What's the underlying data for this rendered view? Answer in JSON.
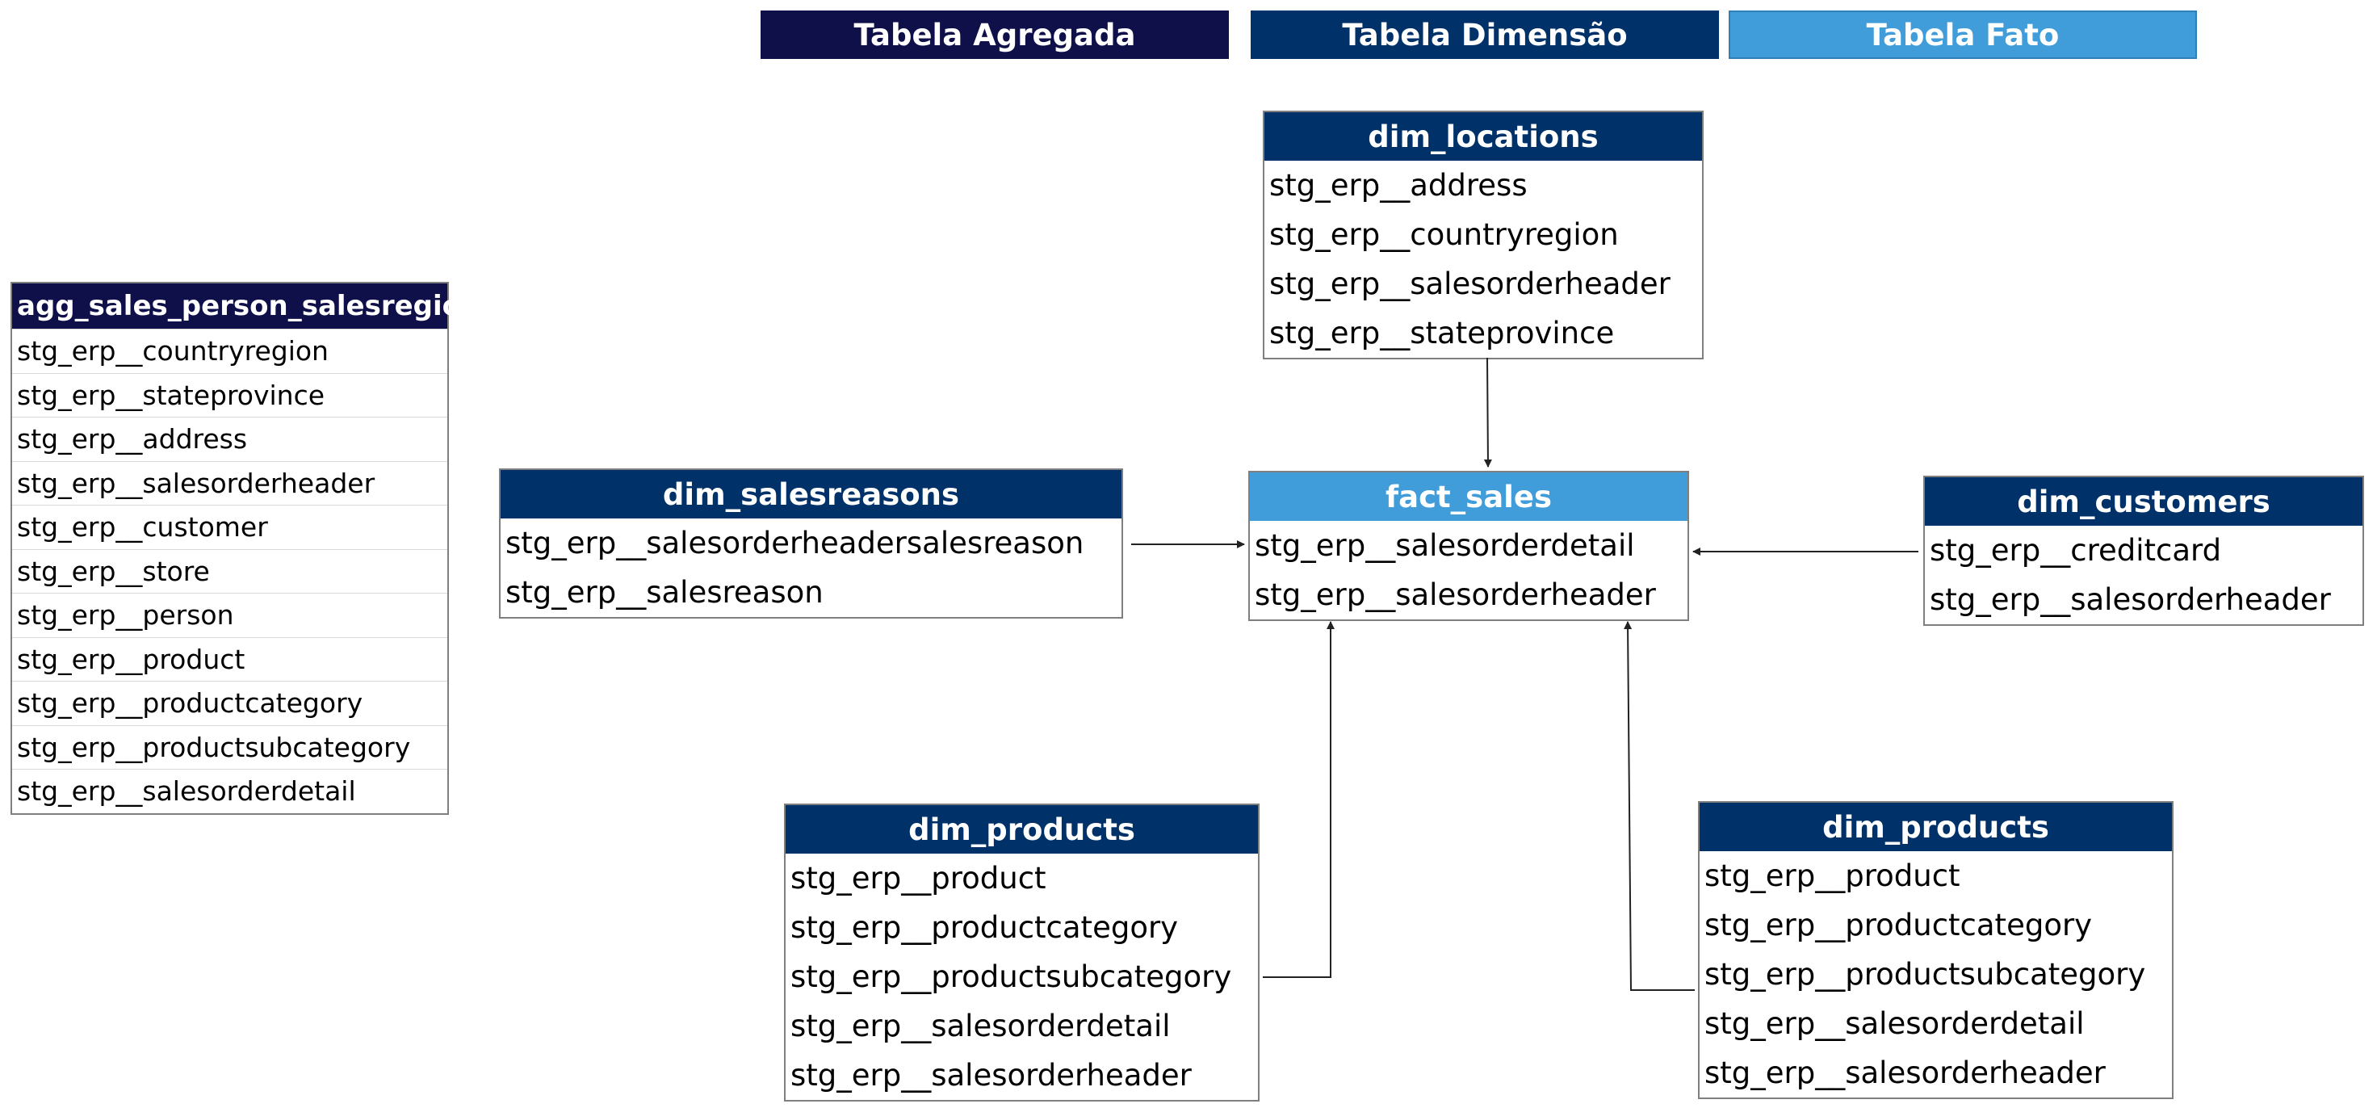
{
  "legend": {
    "aggregate": "Tabela Agregada",
    "dimension": "Tabela Dimensão",
    "fact": "Tabela Fato"
  },
  "colors": {
    "aggregate_header": "#0f0f4a",
    "dimension_header": "#003169",
    "fact_header": "#419dd9",
    "border": "#7f7f7f",
    "connector": "#222222"
  },
  "tables": {
    "agg_sales_person_salesregion": {
      "title": "agg_sales_person_salesregion",
      "rows": [
        "stg_erp__countryregion",
        "stg_erp__stateprovince",
        "stg_erp__address",
        "stg_erp__salesorderheader",
        "stg_erp__customer",
        "stg_erp__store",
        "stg_erp__person",
        "stg_erp__product",
        "stg_erp__productcategory",
        "stg_erp__productsubcategory",
        "stg_erp__salesorderdetail"
      ]
    },
    "dim_locations": {
      "title": "dim_locations",
      "rows": [
        "stg_erp__address",
        "stg_erp__countryregion",
        "stg_erp__salesorderheader",
        "stg_erp__stateprovince"
      ]
    },
    "dim_salesreasons": {
      "title": "dim_salesreasons",
      "rows": [
        "stg_erp__salesorderheadersalesreason",
        "stg_erp__salesreason"
      ]
    },
    "fact_sales": {
      "title": "fact_sales",
      "rows": [
        "stg_erp__salesorderdetail",
        "stg_erp__salesorderheader"
      ]
    },
    "dim_customers": {
      "title": "dim_customers",
      "rows": [
        "stg_erp__creditcard",
        "stg_erp__salesorderheader"
      ]
    },
    "dim_products_left": {
      "title": "dim_products",
      "rows": [
        "stg_erp__product",
        "stg_erp__productcategory",
        "stg_erp__productsubcategory",
        "stg_erp__salesorderdetail",
        "stg_erp__salesorderheader"
      ]
    },
    "dim_products_right": {
      "title": "dim_products",
      "rows": [
        "stg_erp__product",
        "stg_erp__productcategory",
        "stg_erp__productsubcategory",
        "stg_erp__salesorderdetail",
        "stg_erp__salesorderheader"
      ]
    }
  }
}
